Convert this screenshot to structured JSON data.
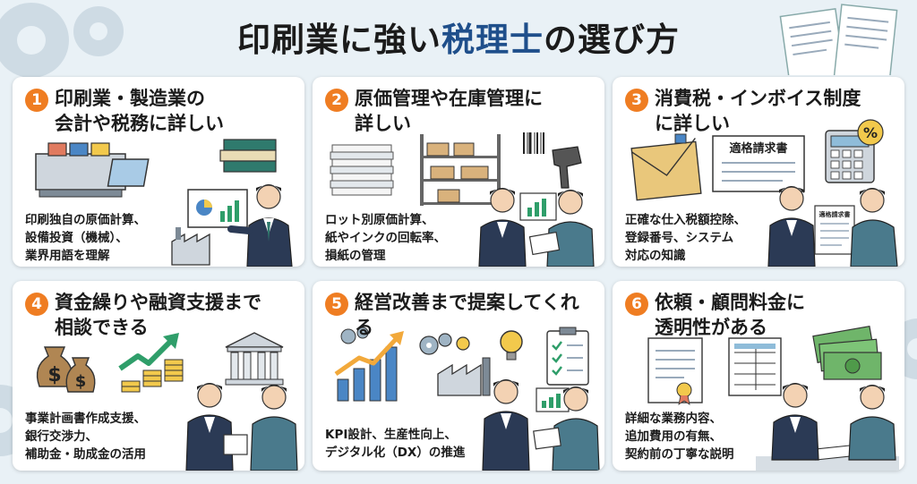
{
  "page": {
    "title_part1": "印刷業に強い",
    "title_accent": "税理士",
    "title_part2": "の選び方"
  },
  "cards": [
    {
      "number": "1",
      "heading": [
        "印刷業・製造業の",
        "会計や税務に詳しい"
      ],
      "description": [
        "印刷独自の原価計算、",
        "設備投資（機械）、",
        "業界用語を理解"
      ]
    },
    {
      "number": "2",
      "heading": [
        "原価管理や在庫管理に",
        "詳しい"
      ],
      "description": [
        "ロット別原価計算、",
        "紙やインクの回転率、",
        "損紙の管理"
      ]
    },
    {
      "number": "3",
      "heading": [
        "消費税・インボイス制度",
        "に詳しい"
      ],
      "description": [
        "正確な仕入税額控除、",
        "登録番号、システム",
        "対応の知識"
      ],
      "labels": {
        "invoice_doc": "適格請求書",
        "invoice_small": "適格請求書",
        "percent": "%"
      }
    },
    {
      "number": "4",
      "heading": [
        "資金繰りや融資支援まで",
        "相談できる"
      ],
      "description": [
        "事業計画書作成支援、",
        "銀行交渉力、",
        "補助金・助成金の活用"
      ],
      "labels": {
        "dollar": "$"
      }
    },
    {
      "number": "5",
      "heading": [
        "経営改善まで提案してくれる"
      ],
      "description": [
        "KPI設計、生産性向上、",
        "デジタル化（DX）の推進"
      ]
    },
    {
      "number": "6",
      "heading": [
        "依頼・顧問料金に",
        "透明性がある"
      ],
      "description": [
        "詳細な業務内容、",
        "追加費用の有無、",
        "契約前の丁寧な説明"
      ]
    }
  ],
  "colors": {
    "background": "#e9f1f6",
    "number_badge": "#ef7d22",
    "title_accent": "#1f4f8b",
    "suit": "#2b3a55",
    "worker": "#4a7a8c"
  }
}
